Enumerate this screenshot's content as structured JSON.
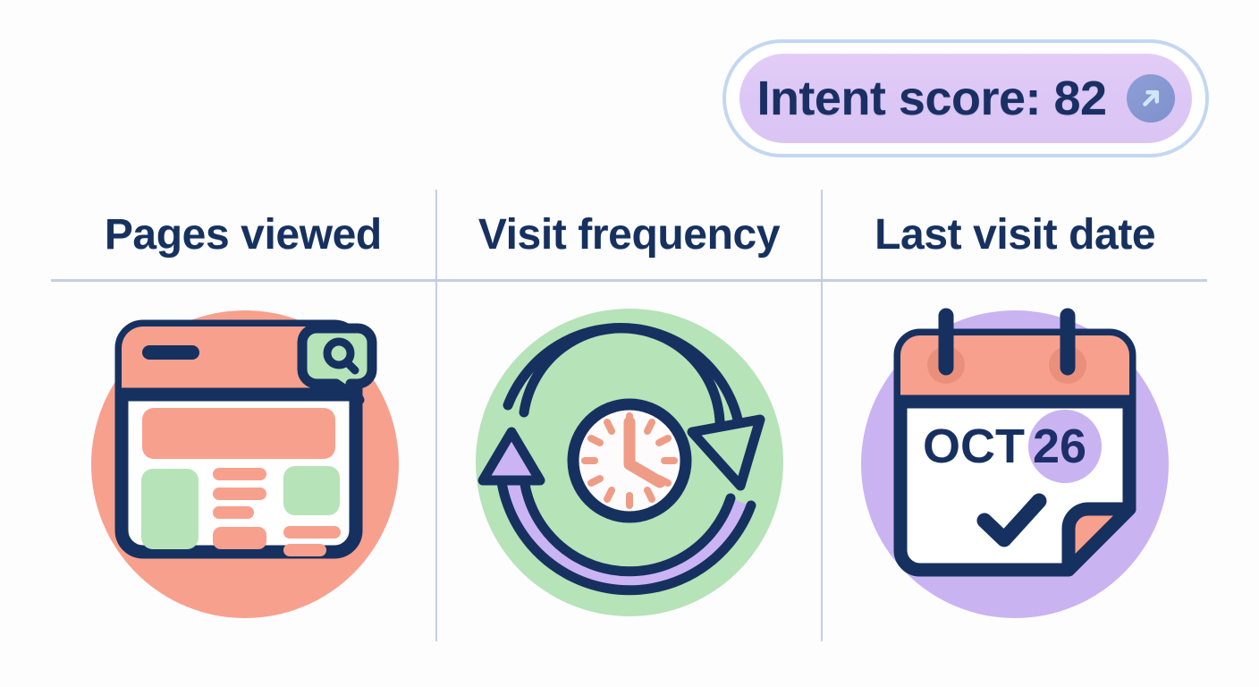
{
  "badge": {
    "label": "Intent score: 82",
    "score": 82,
    "metric_name": "Intent score",
    "trend_icon": "arrow-up-right-icon",
    "fill_color": "#dcc6f5",
    "ring_color": "#c3d7f2",
    "text_color": "#1a2f63",
    "trend_circle_color": "#8292cf",
    "trend_arrow_color": "#cfe3f7"
  },
  "theme": {
    "background": "#fdfdfe",
    "navy": "#16315f",
    "salmon": "#f8a08e",
    "green": "#b6e3b8",
    "purple": "#c9b3f0",
    "divider": "#c6cede"
  },
  "columns": [
    {
      "title": "Pages viewed",
      "icon": "browser-window-search-icon",
      "blob_color": "#f8a08e"
    },
    {
      "title": "Visit frequency",
      "icon": "clock-refresh-icon",
      "blob_color": "#b6e3b8"
    },
    {
      "title": "Last visit date",
      "icon": "calendar-check-icon",
      "blob_color": "#c9b3f0",
      "calendar": {
        "month": "OCT",
        "day": "26"
      }
    }
  ]
}
